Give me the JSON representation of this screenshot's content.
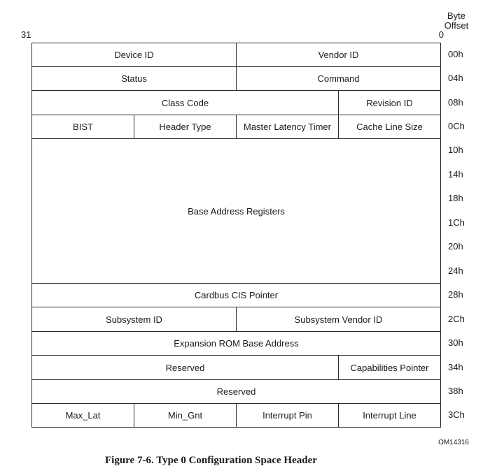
{
  "header": {
    "byte": "Byte",
    "offset": "Offset",
    "bit_high": "31",
    "bit_low": "0"
  },
  "registers": {
    "device_id": "Device ID",
    "vendor_id": "Vendor ID",
    "status": "Status",
    "command": "Command",
    "class_code": "Class Code",
    "revision_id": "Revision ID",
    "bist": "BIST",
    "header_type": "Header Type",
    "master_latency_timer": "Master Latency Timer",
    "cache_line_size": "Cache Line Size",
    "base_address_registers": "Base Address Registers",
    "cardbus_cis_pointer": "Cardbus CIS Pointer",
    "subsystem_id": "Subsystem ID",
    "subsystem_vendor_id": "Subsystem Vendor ID",
    "expansion_rom_base_address": "Expansion ROM Base Address",
    "reserved_34h": "Reserved",
    "capabilities_pointer": "Capabilities Pointer",
    "reserved_38h": "Reserved",
    "max_lat": "Max_Lat",
    "min_gnt": "Min_Gnt",
    "interrupt_pin": "Interrupt Pin",
    "interrupt_line": "Interrupt Line"
  },
  "offsets": [
    "00h",
    "04h",
    "08h",
    "0Ch",
    "10h",
    "14h",
    "18h",
    "1Ch",
    "20h",
    "24h",
    "28h",
    "2Ch",
    "30h",
    "34h",
    "38h",
    "3Ch"
  ],
  "figure_id": "OM14316",
  "caption": "Figure 7-6. Type 0 Configuration Space Header"
}
